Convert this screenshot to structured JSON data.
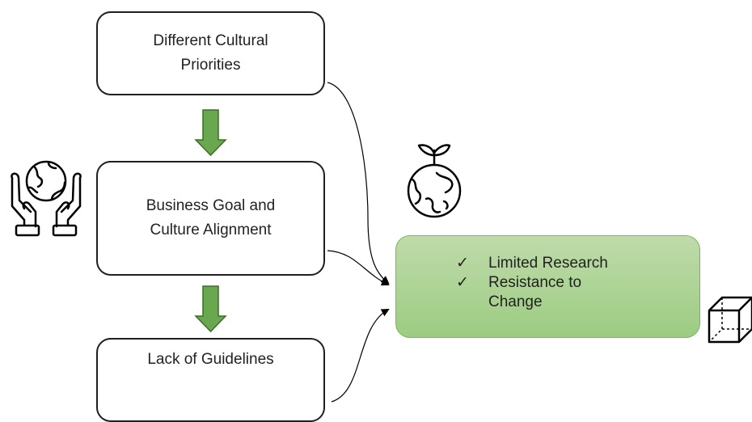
{
  "diagram": {
    "boxes": [
      {
        "label": "Different Cultural\nPriorities"
      },
      {
        "label": "Business Goal and\nCulture Alignment"
      },
      {
        "label": "Lack of Guidelines"
      }
    ],
    "result": {
      "items": [
        {
          "check": "✓",
          "text": "Limited Research"
        },
        {
          "check": "✓",
          "text": "Resistance to Change"
        }
      ]
    },
    "colors": {
      "box_border": "#1f1f1f",
      "arrow_fill": "#6aa84f",
      "result_fill": "#a9d18e",
      "result_border": "#7fb35e",
      "connector": "#000000"
    },
    "icons": [
      "hands-globe-icon",
      "sprout-globe-icon",
      "cube-icon"
    ]
  }
}
